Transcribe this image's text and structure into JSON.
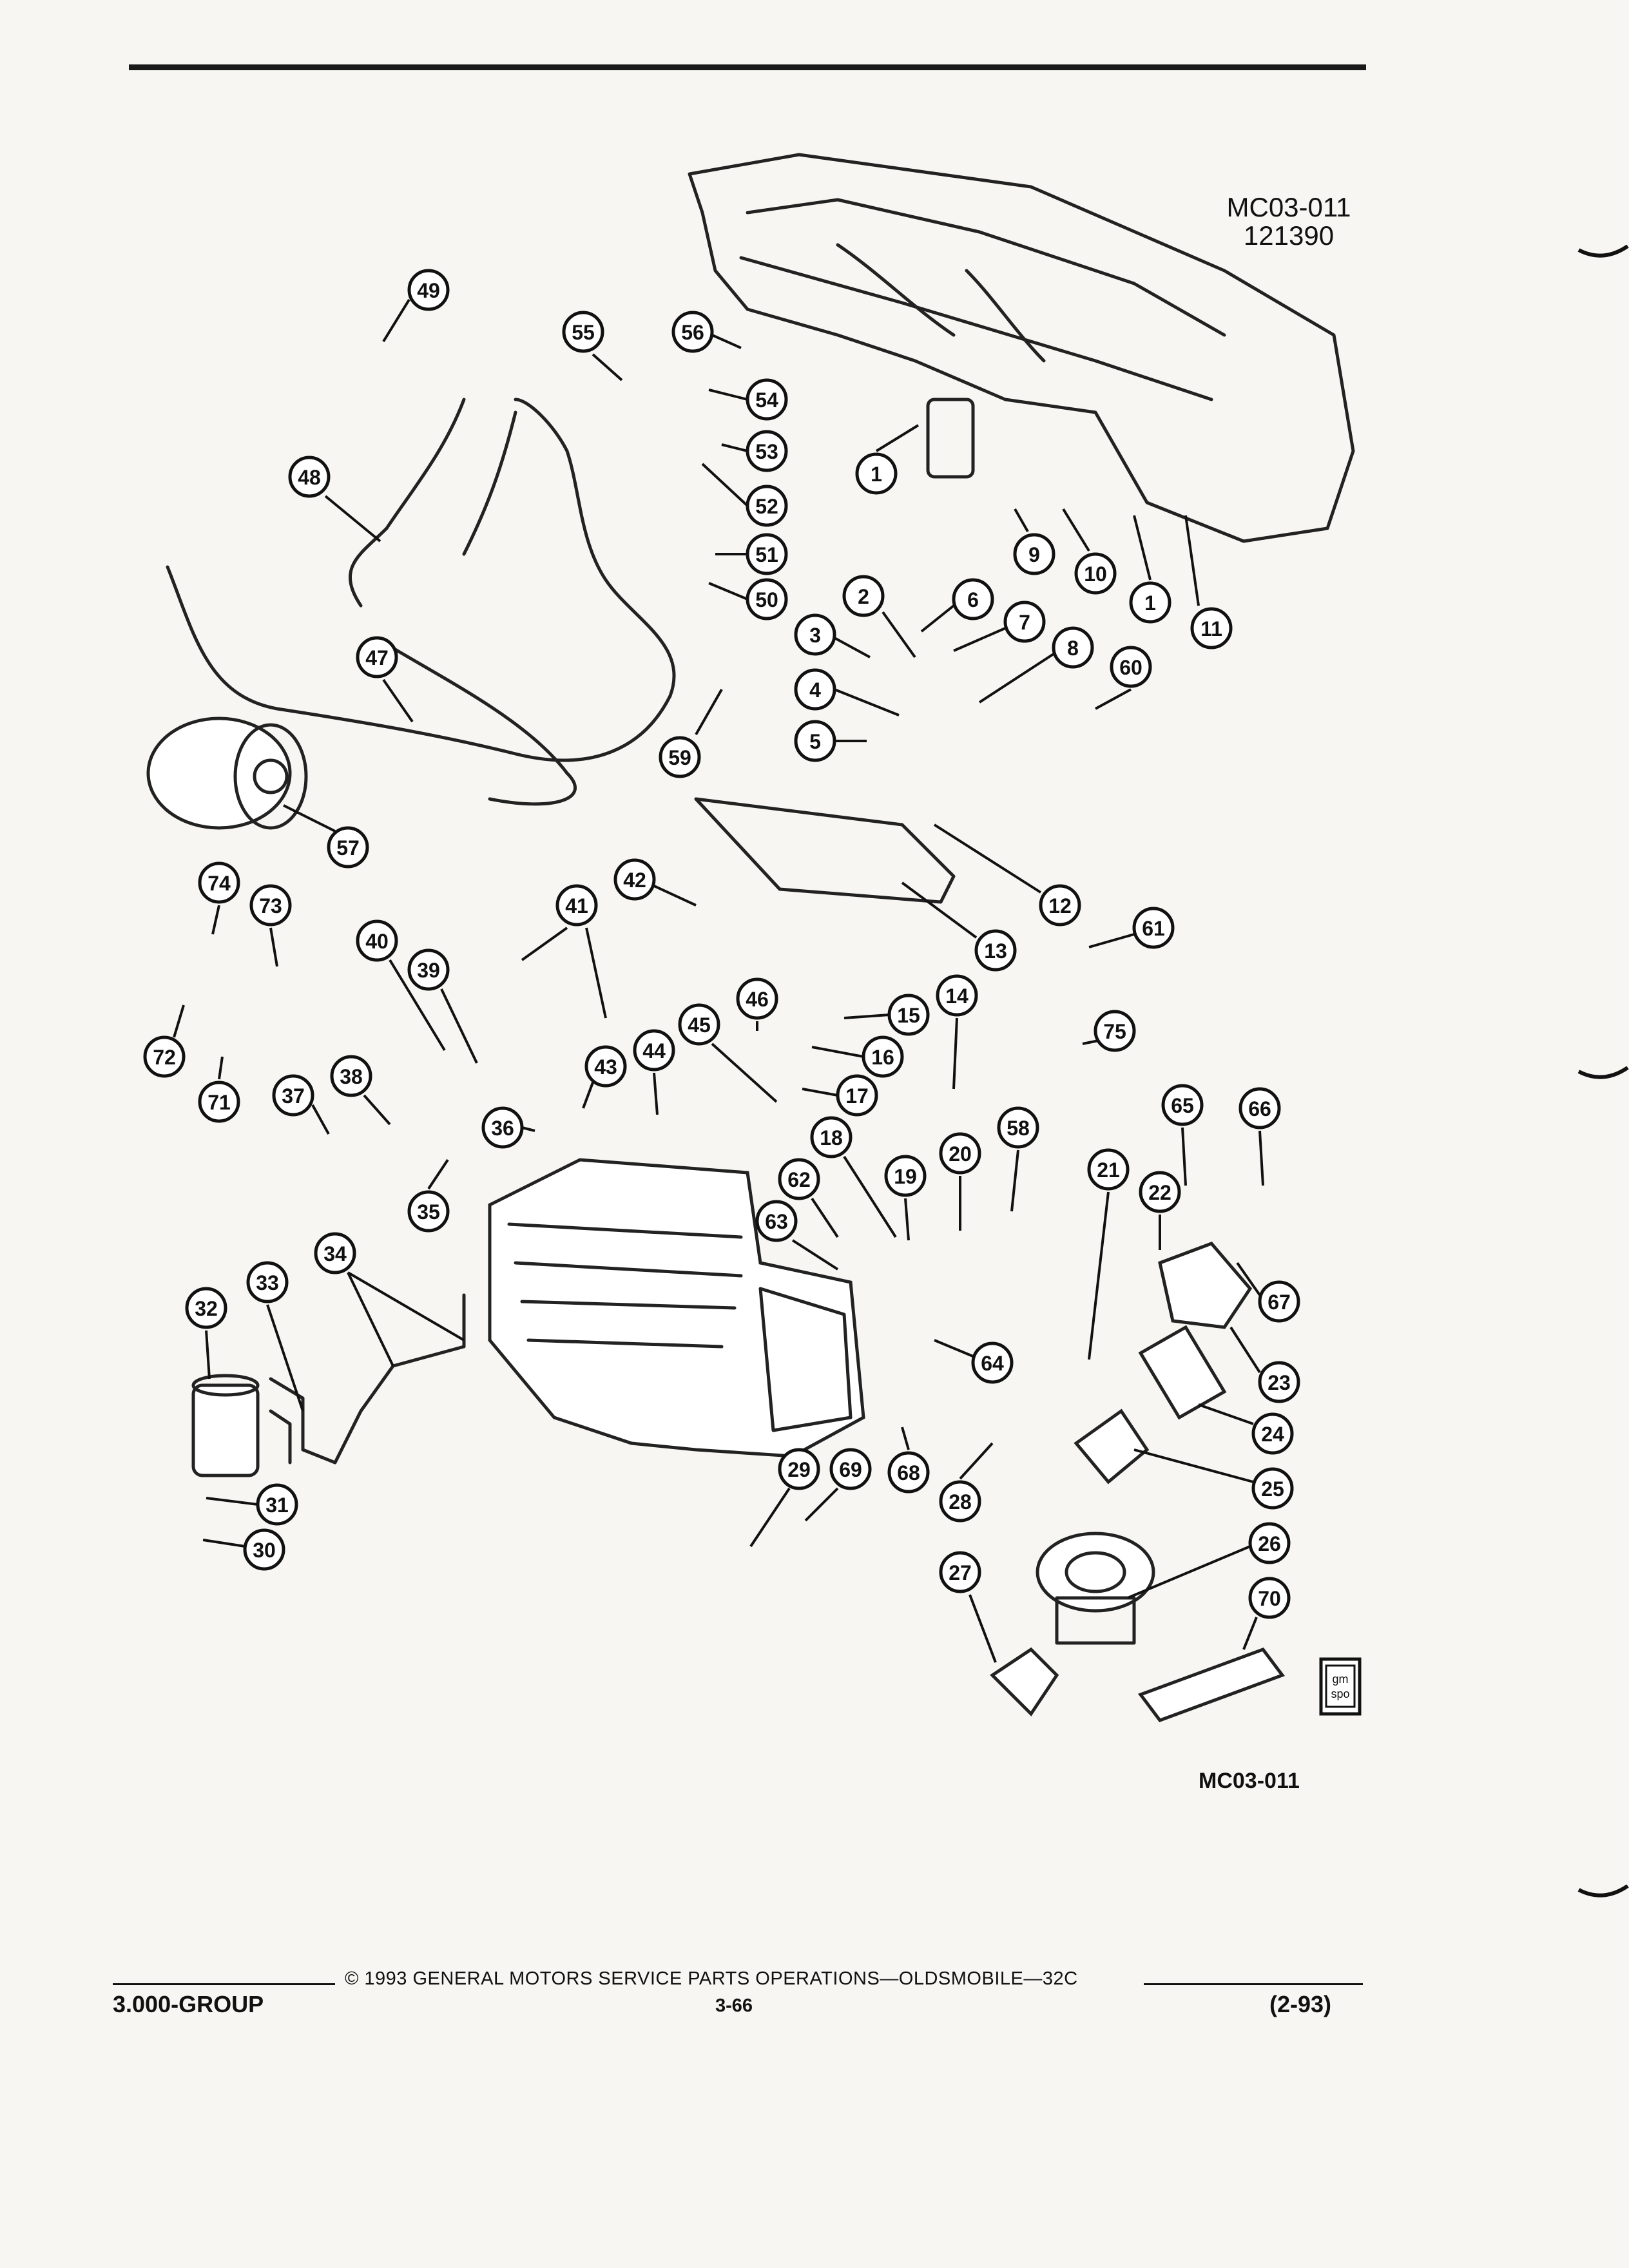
{
  "header": {
    "code": "MC03-011",
    "date_code": "121390"
  },
  "callouts": [
    "1",
    "2",
    "3",
    "4",
    "5",
    "6",
    "7",
    "8",
    "9",
    "10",
    "11",
    "12",
    "13",
    "14",
    "15",
    "16",
    "17",
    "18",
    "19",
    "20",
    "21",
    "22",
    "23",
    "24",
    "25",
    "26",
    "27",
    "28",
    "29",
    "30",
    "31",
    "32",
    "33",
    "34",
    "35",
    "36",
    "37",
    "38",
    "39",
    "40",
    "41",
    "42",
    "43",
    "44",
    "45",
    "46",
    "47",
    "48",
    "49",
    "50",
    "51",
    "52",
    "53",
    "54",
    "55",
    "56",
    "57",
    "58",
    "59",
    "60",
    "61",
    "62",
    "63",
    "64",
    "65",
    "66",
    "67",
    "68",
    "69",
    "70",
    "71",
    "72",
    "73",
    "74",
    "75"
  ],
  "logo_text": "gm spo",
  "bottom_code": "MC03-011",
  "footer": {
    "copyright": "© 1993  GENERAL MOTORS SERVICE PARTS OPERATIONS—OLDSMOBILE—32C",
    "group": "3.000-GROUP",
    "page": "3-66",
    "revision": "(2-93)"
  }
}
